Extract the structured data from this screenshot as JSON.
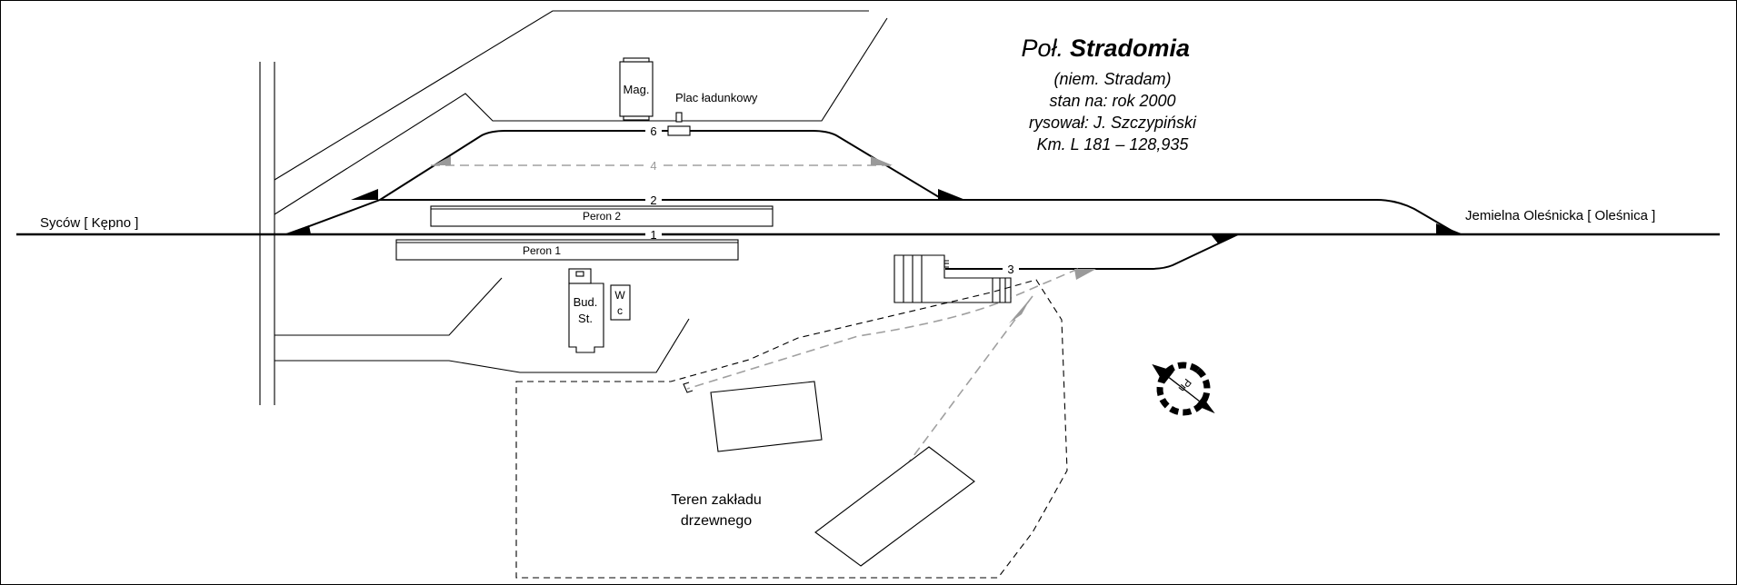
{
  "title": {
    "prefix": "Poł.",
    "name": "Stradomia",
    "lines": [
      "(niem. Stradam)",
      "stan na: rok 2000",
      "rysował: J. Szczypiński",
      "Km. L 181 – 128,935"
    ]
  },
  "directions": {
    "left": "Syców [ Kępno ]",
    "right": "Jemielna Oleśnicka [ Oleśnica ]"
  },
  "tracks": [
    "1",
    "2",
    "3",
    "4",
    "6"
  ],
  "platforms": [
    "Peron 1",
    "Peron 2"
  ],
  "buildings": {
    "warehouse": "Mag.",
    "loading_area": "Plac ładunkowy",
    "station_line1": "Bud.",
    "station_line2": "St.",
    "wc_line1": "W",
    "wc_line2": "c"
  },
  "yard_label": [
    "Teren zakładu",
    "drzewnego"
  ],
  "compass_label": "Pn",
  "colors": {
    "lines": "#000000",
    "disused_track": "#a0a0a0",
    "background": "#ffffff"
  }
}
